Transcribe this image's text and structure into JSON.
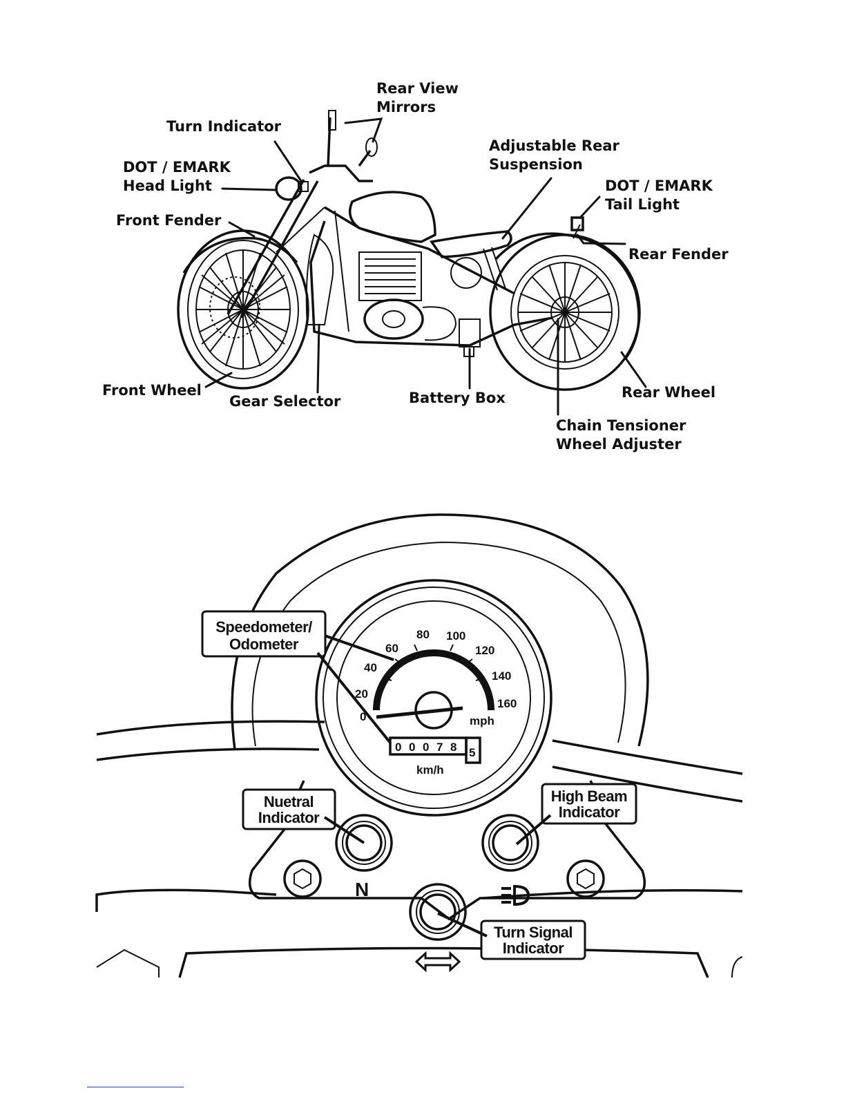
{
  "motorcycle": {
    "labels": {
      "rear_view_mirrors_1": "Rear View",
      "rear_view_mirrors_2": "Mirrors",
      "turn_indicator": "Turn Indicator",
      "adjustable_rear_suspension_1": "Adjustable Rear",
      "adjustable_rear_suspension_2": "Suspension",
      "head_light_1": "DOT / EMARK",
      "head_light_2": "Head Light",
      "tail_light_1": "DOT / EMARK",
      "tail_light_2": "Tail Light",
      "front_fender": "Front Fender",
      "rear_fender": "Rear Fender",
      "front_wheel": "Front Wheel",
      "gear_selector": "Gear Selector",
      "battery_box": "Battery Box",
      "rear_wheel": "Rear Wheel",
      "chain_tensioner_1": "Chain Tensioner",
      "chain_tensioner_2": "Wheel Adjuster"
    }
  },
  "dashboard": {
    "callouts": {
      "speedometer_1": "Speedometer/",
      "speedometer_2": "Odometer",
      "neutral_1": "Nuetral",
      "neutral_2": "Indicator",
      "high_beam_1": "High Beam",
      "high_beam_2": "Indicator",
      "turn_signal_1": "Turn Signal",
      "turn_signal_2": "Indicator"
    },
    "gauge": {
      "ticks": [
        "0",
        "20",
        "40",
        "60",
        "80",
        "100",
        "120",
        "140",
        "160"
      ],
      "unit_upper": "mph",
      "unit_lower": "km/h",
      "odometer_digits": [
        "0",
        "0",
        "0",
        "7",
        "8",
        "5"
      ]
    },
    "symbols": {
      "neutral": "N"
    }
  }
}
